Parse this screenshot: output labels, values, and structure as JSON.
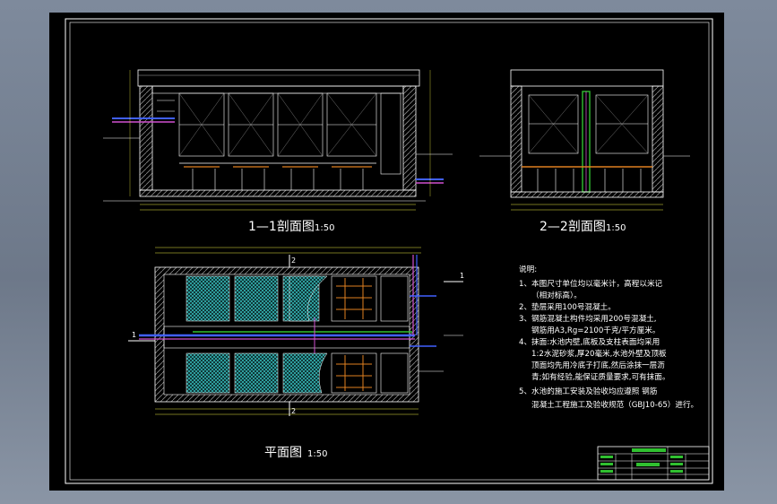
{
  "drawing": {
    "section_1": {
      "title": "1—1剖面图",
      "scale": "1:50"
    },
    "section_2": {
      "title": "2—2剖面图",
      "scale": "1:50"
    },
    "plan": {
      "title": "平面图",
      "scale": "1:50"
    },
    "section_marks": {
      "one": "1",
      "two": "2"
    }
  },
  "notes": {
    "heading": "说明:",
    "lines": [
      "1、本图尺寸单位均以毫米计，高程以米记",
      "（相对标高）。",
      "2、垫层采用100号混凝土。",
      "3、钢筋混凝土构件均采用200号混凝土,",
      "钢筋用A3,Rg=2100千克/平方厘米。",
      "4、抹面:水池内壁,底板及支柱表面均采用",
      "1:2水泥砂浆,厚20毫米,水池外壁及顶板",
      "顶面均先用冷底子打底,然后涂抹一层沥",
      "青;如有经验,能保证质量要求,可有抹面。",
      "5、水池的施工安装及验收均应遵照 钢筋",
      "混凝土工程施工及验收规范（GBJ10-65）进行。"
    ]
  },
  "colors": {
    "background": "#7b8799",
    "sheet": "#000000",
    "line": "#ffffff",
    "pipe_magenta": "#d050d0",
    "pipe_blue": "#4060ff",
    "pipe_green": "#30c030",
    "pipe_orange": "#e08020",
    "media_cyan": "#40e0e0",
    "dim_yellow": "#e6e640"
  }
}
